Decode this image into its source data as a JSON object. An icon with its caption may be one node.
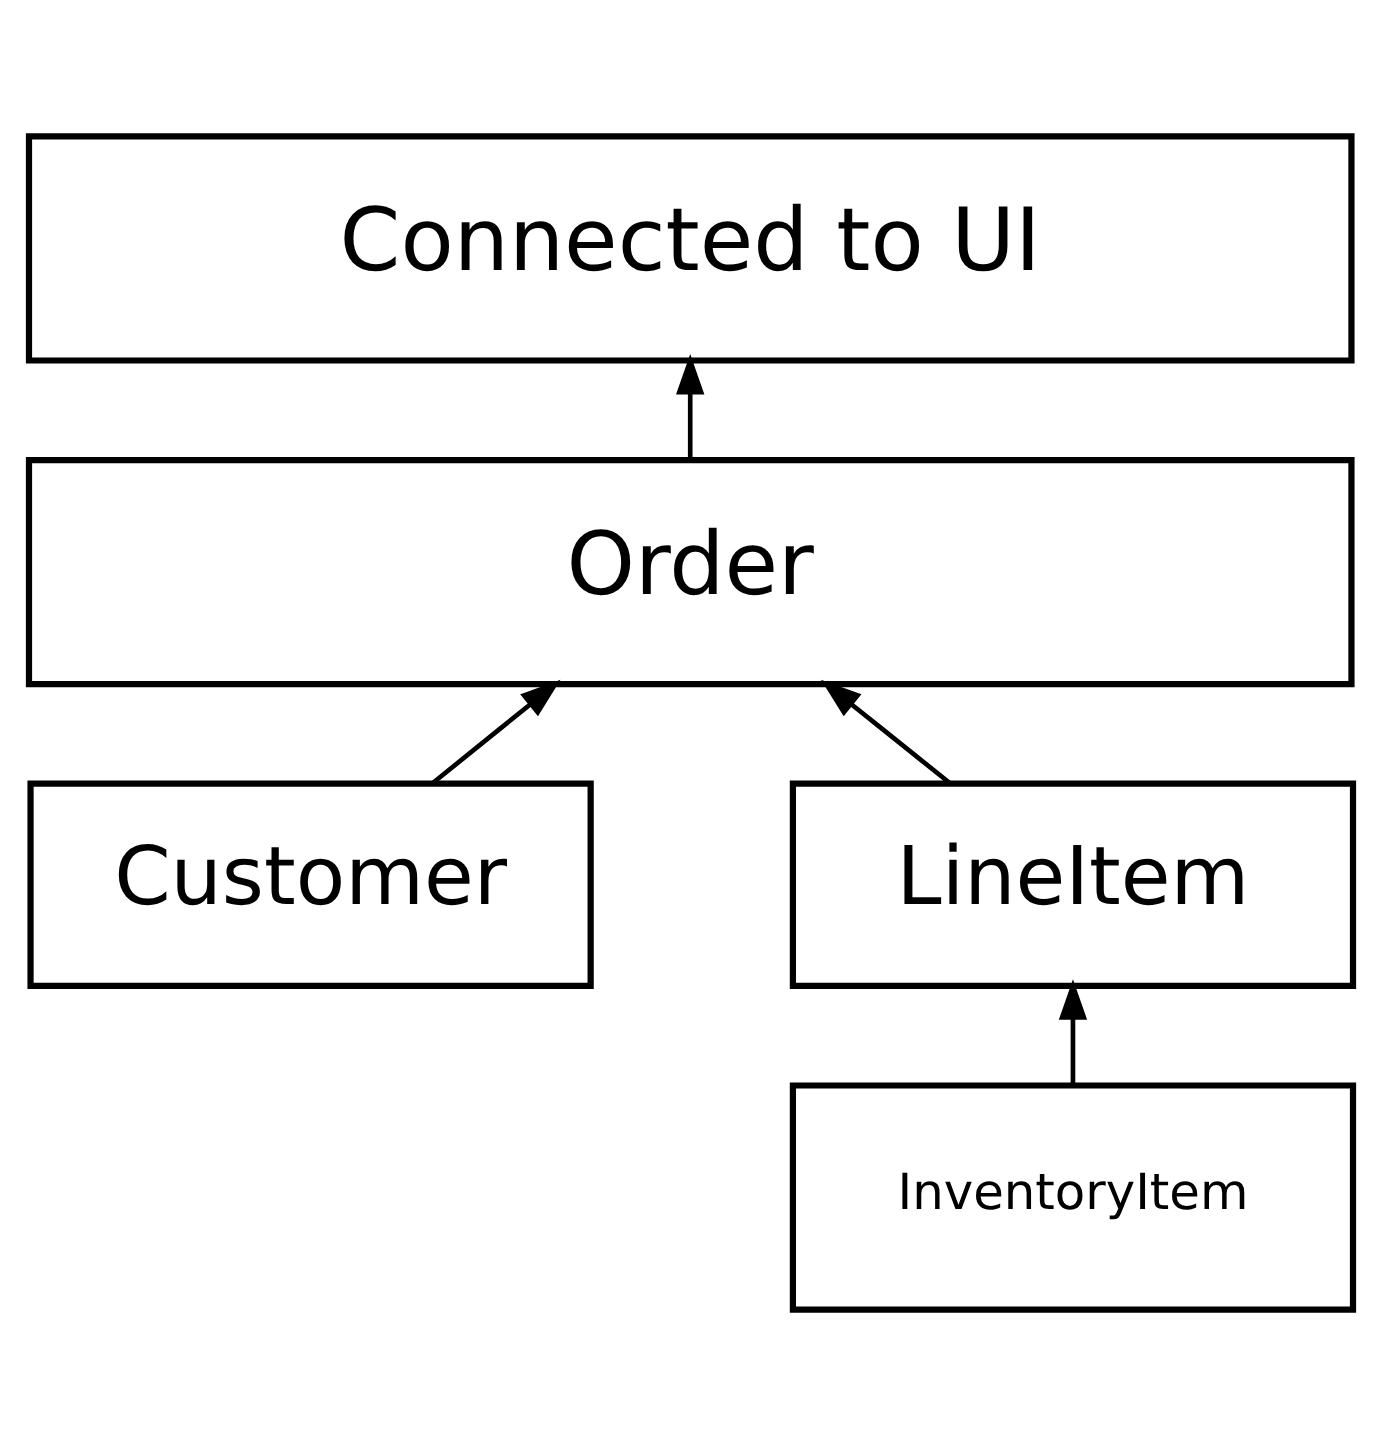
{
  "diagram": {
    "nodes": [
      {
        "text": [
          "Connected to UI"
        ]
      },
      {
        "text": [
          "Order"
        ]
      },
      {
        "text": [
          "Customer"
        ]
      },
      {
        "text": [
          "LineItem"
        ]
      },
      {
        "text": [
          "InventoryItem"
        ]
      }
    ],
    "edges": [
      {
        "from": 1,
        "to": 0,
        "arrow": "to"
      },
      {
        "from": 2,
        "to": 1,
        "arrow": "to"
      },
      {
        "from": 3,
        "to": 1,
        "arrow": "to"
      },
      {
        "from": 4,
        "to": 3,
        "arrow": "to"
      }
    ]
  }
}
